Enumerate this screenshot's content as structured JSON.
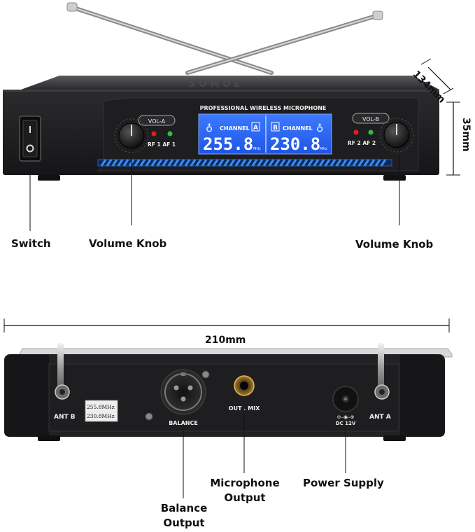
{
  "front_panel": {
    "brand": "SOMOE",
    "heading": "PROFESSIONAL WIRELESS MICROPHONE",
    "vol_a": "VOL-A",
    "vol_b": "VOL-B",
    "rf1_af1": "RF 1  AF 1",
    "rf2_af2": "RF 2  AF 2",
    "channel_label": "CHANNEL",
    "channel_a_letter": "A",
    "channel_b_letter": "B",
    "freq_a": "255.8",
    "freq_b": "230.8",
    "mhz_unit": "MHz"
  },
  "rear_panel": {
    "ant_b": "ANT  B",
    "ant_a": "ANT  A",
    "freq_sticker_1": "255.8MHz",
    "freq_sticker_2": "230.8MHz",
    "balance": "BALANCE",
    "out_mix": "OUT . MIX",
    "dc": "DC 12V"
  },
  "dimensions": {
    "depth": "134mm",
    "height": "35mm",
    "width": "210mm"
  },
  "callouts": {
    "switch": "Switch",
    "volume_knob_left": "Volume Knob",
    "volume_knob_right": "Volume Knob",
    "microphone_output_line1": "Microphone",
    "microphone_output_line2": "Output",
    "power_supply": "Power Supply",
    "balance_output_line1": "Balance",
    "balance_output_line2": "Output"
  },
  "colors": {
    "body": "#1c1c1e",
    "lcd": "#2c6dff",
    "lcd_text": "#ffffff",
    "led_red": "#e02020",
    "led_green": "#30c040"
  }
}
